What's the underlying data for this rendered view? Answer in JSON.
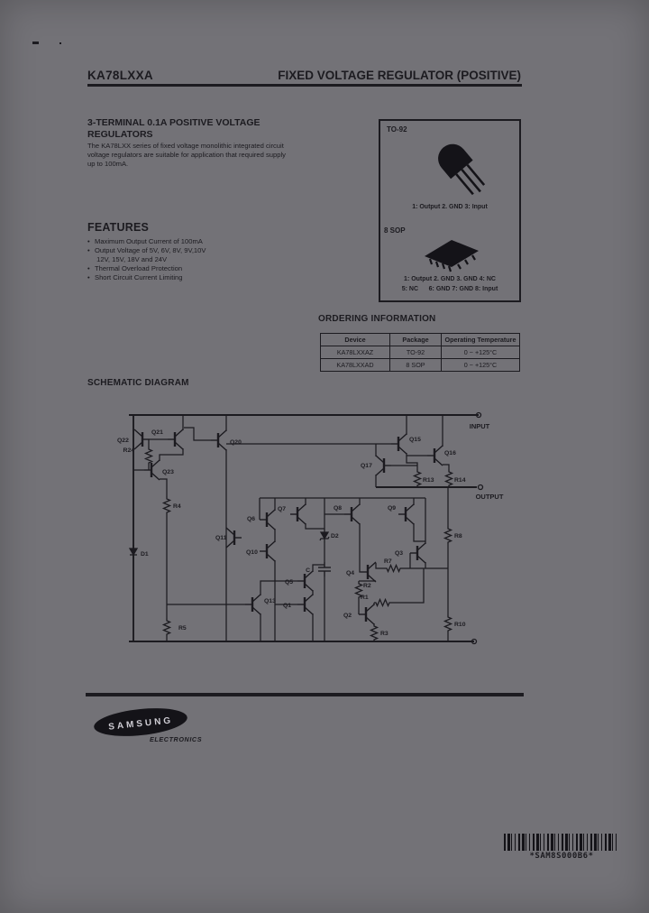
{
  "colors": {
    "page_bg": "#737277",
    "ink": "#1c1b20"
  },
  "header": {
    "part_number": "KA78LXXA",
    "title": "FIXED VOLTAGE REGULATOR (POSITIVE)"
  },
  "description": {
    "heading_line1": "3-TERMINAL 0.1A POSITIVE VOLTAGE",
    "heading_line2": "REGULATORS",
    "lines": [
      "The KA78LXX series of fixed voltage monolithic integrated  circuit",
      "voltage regulators are suitable for application that required supply",
      "up to 100mA."
    ]
  },
  "features": {
    "heading": "FEATURES",
    "lines": [
      {
        "bullet": "•",
        "text": "Maximum Output Current of 100mA"
      },
      {
        "bullet": "•",
        "text": "Output Voltage of 5V, 6V, 8V, 9V,10V"
      },
      {
        "bullet": "",
        "text": " 12V, 15V, 18V and 24V"
      },
      {
        "bullet": "•",
        "text": "Thermal Overload Protection"
      },
      {
        "bullet": "•",
        "text": "Short Circuit Current Limiting"
      }
    ]
  },
  "packages": {
    "to92": {
      "name": "TO-92",
      "pinout": "1: Output 2. GND 3: Input"
    },
    "sop8": {
      "name": "8 SOP",
      "pinout_line1": "1: Output 2. GND 3. GND 4: NC",
      "pinout_line2": "5: NC      6: GND 7: GND 8: Input"
    }
  },
  "ordering": {
    "heading": "ORDERING INFORMATION",
    "columns": [
      "Device",
      "Package",
      "Operating Temperature"
    ],
    "rows": [
      {
        "device": "KA78LXXAZ",
        "package": "TO-92",
        "temp": "0 ~ +125°C"
      },
      {
        "device": "KA78LXXAD",
        "package": "8 SOP",
        "temp": "0 ~ +125°C"
      }
    ]
  },
  "schematic": {
    "heading": "SCHEMATIC DIAGRAM",
    "terminals": {
      "input": "INPUT",
      "output": "OUTPUT"
    },
    "labels": {
      "q22": "Q22",
      "q21": "Q21",
      "q20": "Q20",
      "q23": "Q23",
      "r24": "R24",
      "r4": "R4",
      "d1": "D1",
      "q13": "Q13",
      "r5": "R5",
      "q6": "Q6",
      "q7": "Q7",
      "q8": "Q8",
      "q9": "Q9",
      "q11": "Q11",
      "q10": "Q10",
      "q5": "Q5",
      "q1": "Q1",
      "d2": "D2",
      "c": "C",
      "q4": "Q4",
      "q3": "Q3",
      "q2": "Q2",
      "r7": "R7",
      "r2": "R2",
      "r1": "R1",
      "r3": "R3",
      "q15": "Q15",
      "q16": "Q16",
      "q17": "Q17",
      "r13": "R13",
      "r14": "R14",
      "r8": "R8",
      "r10": "R10"
    }
  },
  "footer": {
    "brand": "SAMSUNG",
    "brand_sub": "ELECTRONICS",
    "barcode_text": "*SAM8S000B6*"
  }
}
